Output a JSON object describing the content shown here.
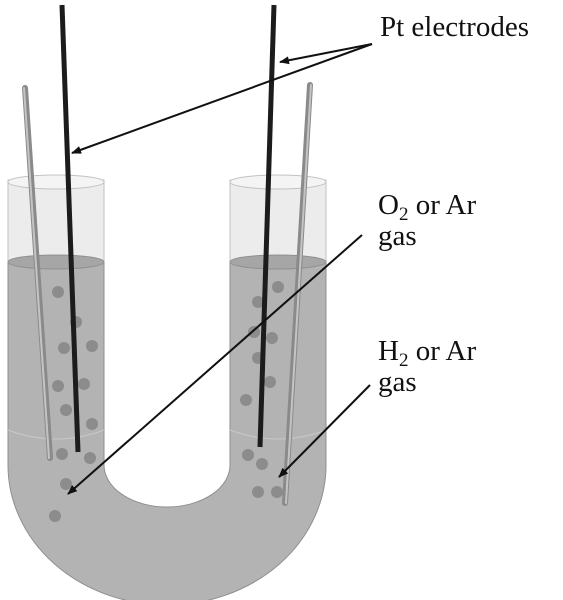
{
  "labels": {
    "electrodes": "Pt electrodes",
    "oxygen_line1_pre": "O",
    "oxygen_line1_sub": "2",
    "oxygen_line1_post": " or Ar",
    "oxygen_line2": "gas",
    "hydrogen_line1_pre": "H",
    "hydrogen_line1_sub": "2",
    "hydrogen_line1_post": " or Ar",
    "hydrogen_line2": "gas"
  },
  "colors": {
    "liquid": "#b3b3b3",
    "liquid_edge": "#8f8f8f",
    "glass": "#ececec",
    "glass_edge": "#b8b8b8",
    "electrode_dark": "#1c1c1c",
    "electrode_gray": "#8a8a8a",
    "bubble": "#8c8c8c",
    "arrow": "#111111"
  }
}
